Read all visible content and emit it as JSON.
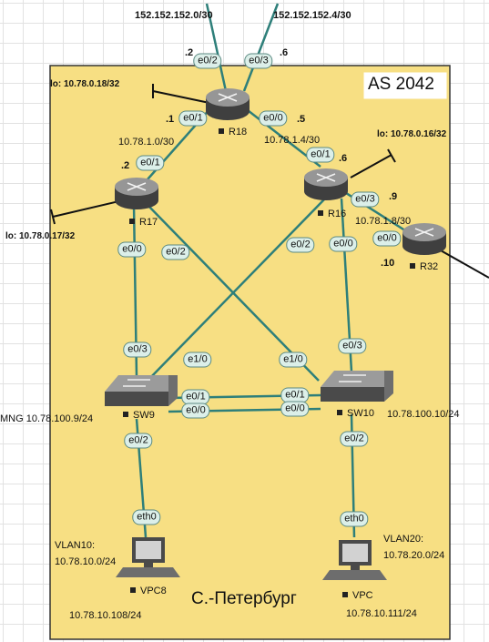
{
  "zone": {
    "as_label": "AS 2042",
    "city_label": "С.-Петербург"
  },
  "devices": {
    "r18": "R18",
    "r17": "R17",
    "r16": "R16",
    "r32": "R32",
    "sw9": "SW9",
    "sw10": "SW10",
    "vpc8": "VPC8",
    "vpc": "VPC"
  },
  "interfaces": {
    "r18_e0_2": "e0/2",
    "r18_e0_3": "e0/3",
    "r18_e0_1": "e0/1",
    "r18_e0_0": "e0/0",
    "r17_e0_1": "e0/1",
    "r17_e0_0": "e0/0",
    "r17_e0_2": "e0/2",
    "r16_e0_1": "e0/1",
    "r16_e0_3": "e0/3",
    "r16_e0_2": "e0/2",
    "r16_e0_0": "e0/0",
    "r32_e0_0": "e0/0",
    "sw9_e0_3": "e0/3",
    "sw9_e1_0": "e1/0",
    "sw9_e0_1": "e0/1",
    "sw9_e0_0": "e0/0",
    "sw9_e0_2": "e0/2",
    "sw10_e1_0": "e1/0",
    "sw10_e0_3": "e0/3",
    "sw10_e0_1": "e0/1",
    "sw10_e0_0": "e0/0",
    "sw10_e0_2": "e0/2",
    "vpc8_eth0": "eth0",
    "vpc_eth0": "eth0"
  },
  "addresses": {
    "uplink1": "152.152.152.0/30",
    "uplink2": "152.152.152.4/30",
    "r18_dot2": ".2",
    "r18_dot6": ".6",
    "lo_r18": "lo: 10.78.0.18/32",
    "r18_dot1": ".1",
    "r18_dot5": ".5",
    "net_r18_r17": "10.78.1.0/30",
    "net_r18_r16": "10.78.1.4/30",
    "lo_r16": "lo: 10.78.0.16/32",
    "r17_dot2": ".2",
    "r16_dot6": ".6",
    "r16_dot9": ".9",
    "lo_r17": "lo: 10.78.0.17/32",
    "net_r16_r32": "10.78.1.8/30",
    "r32_dot10": ".10",
    "mng_sw9": "MNG 10.78.100.9/24",
    "mng_sw10": "10.78.100.10/24",
    "vlan10": "VLAN10:",
    "vlan10_net": "10.78.10.0/24",
    "vlan20": "VLAN20:",
    "vlan20_net": "10.78.20.0/24",
    "vpc8_ip": "10.78.10.108/24",
    "vpc_ip": "10.78.10.111/24"
  }
}
